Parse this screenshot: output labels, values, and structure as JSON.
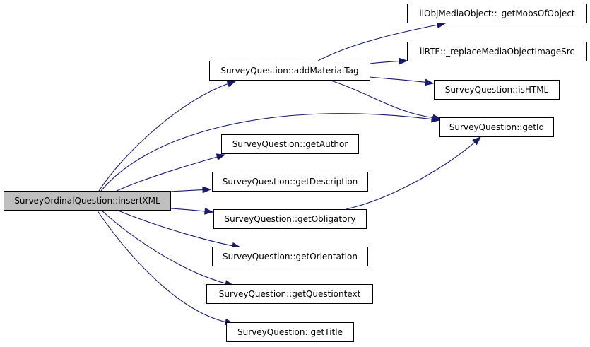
{
  "graph": {
    "title": "Call graph",
    "edge_color": "#191970",
    "root_fill": "#bfbfbf",
    "node_fill": "#ffffff",
    "nodes": [
      {
        "id": "root",
        "label": "SurveyOrdinalQuestion::insertXML",
        "root": true
      },
      {
        "id": "addMaterialTag",
        "label": "SurveyQuestion::addMaterialTag"
      },
      {
        "id": "getAuthor",
        "label": "SurveyQuestion::getAuthor"
      },
      {
        "id": "getDescription",
        "label": "SurveyQuestion::getDescription"
      },
      {
        "id": "getObligatory",
        "label": "SurveyQuestion::getObligatory"
      },
      {
        "id": "getOrientation",
        "label": "SurveyQuestion::getOrientation"
      },
      {
        "id": "getQuestiontext",
        "label": "SurveyQuestion::getQuestiontext"
      },
      {
        "id": "getTitle",
        "label": "SurveyQuestion::getTitle"
      },
      {
        "id": "getMobsOfObject",
        "label": "ilObjMediaObject::_getMobsOfObject"
      },
      {
        "id": "replaceMediaObjectImageSrc",
        "label": "ilRTE::_replaceMediaObjectImageSrc"
      },
      {
        "id": "isHTML",
        "label": "SurveyQuestion::isHTML"
      },
      {
        "id": "getId",
        "label": "SurveyQuestion::getId"
      }
    ],
    "edges": [
      {
        "from": "root",
        "to": "addMaterialTag"
      },
      {
        "from": "root",
        "to": "getId"
      },
      {
        "from": "root",
        "to": "getAuthor"
      },
      {
        "from": "root",
        "to": "getDescription"
      },
      {
        "from": "root",
        "to": "getObligatory"
      },
      {
        "from": "root",
        "to": "getOrientation"
      },
      {
        "from": "root",
        "to": "getQuestiontext"
      },
      {
        "from": "root",
        "to": "getTitle"
      },
      {
        "from": "addMaterialTag",
        "to": "getMobsOfObject"
      },
      {
        "from": "addMaterialTag",
        "to": "replaceMediaObjectImageSrc"
      },
      {
        "from": "addMaterialTag",
        "to": "isHTML"
      },
      {
        "from": "addMaterialTag",
        "to": "getId"
      },
      {
        "from": "getObligatory",
        "to": "getId"
      }
    ]
  }
}
